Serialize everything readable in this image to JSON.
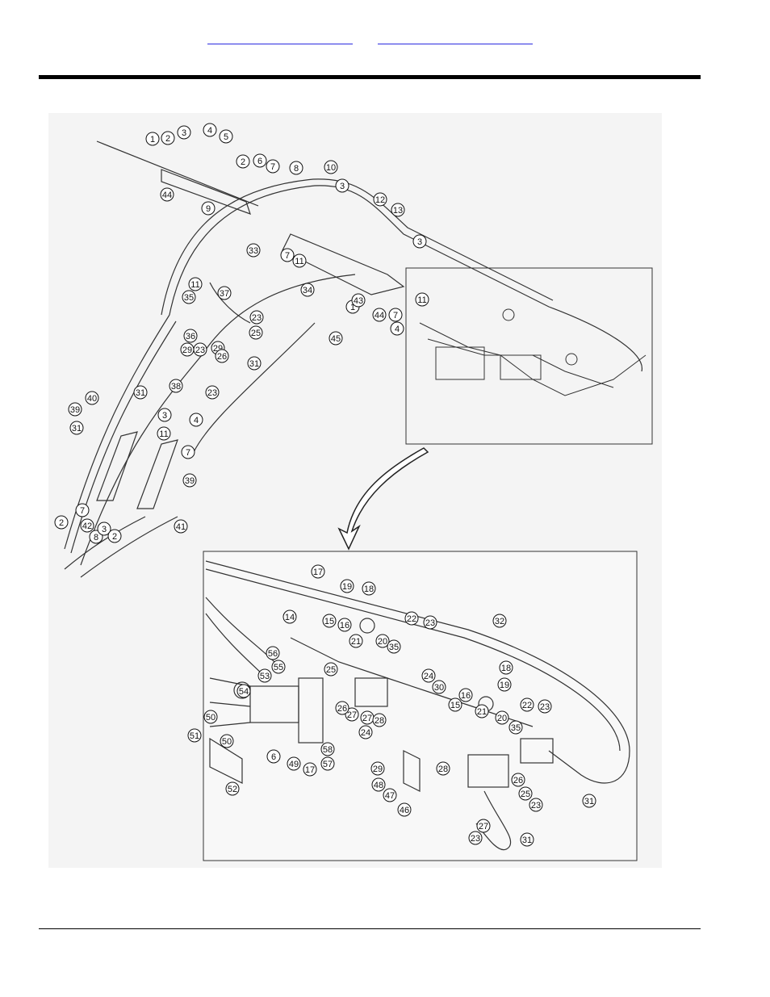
{
  "header": {
    "links": [
      "",
      ""
    ]
  },
  "diagram": {
    "callouts_main": [
      "1",
      "2",
      "3",
      "4",
      "5",
      "2",
      "6",
      "7",
      "8",
      "44",
      "9",
      "10",
      "3",
      "12",
      "13",
      "3",
      "7",
      "11",
      "1",
      "44",
      "7",
      "11",
      "4",
      "43",
      "33",
      "34",
      "11",
      "35",
      "37",
      "23",
      "36",
      "25",
      "29",
      "23",
      "29",
      "26",
      "31",
      "38",
      "23",
      "45",
      "4",
      "40",
      "31",
      "39",
      "3",
      "11",
      "7",
      "31",
      "39",
      "2",
      "7",
      "42",
      "8",
      "3",
      "2",
      "41"
    ],
    "callouts_detail": [
      "17",
      "19",
      "18",
      "14",
      "15",
      "16",
      "21",
      "20",
      "22",
      "23",
      "32",
      "56",
      "55",
      "35",
      "25",
      "24",
      "53",
      "54",
      "27",
      "30",
      "18",
      "15",
      "16",
      "19",
      "50",
      "26",
      "27",
      "21",
      "20",
      "22",
      "23",
      "51",
      "50",
      "6",
      "49",
      "17",
      "57",
      "58",
      "24",
      "28",
      "29",
      "48",
      "47",
      "46",
      "28",
      "35",
      "26",
      "25",
      "23",
      "31",
      "52",
      "27",
      "23",
      "31"
    ]
  }
}
